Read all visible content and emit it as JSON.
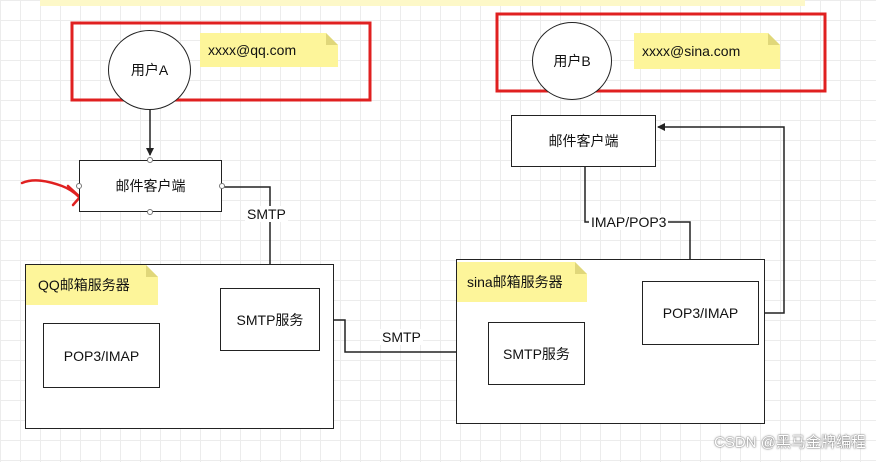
{
  "user_a": {
    "name": "用户A",
    "email": "xxxx@qq.com"
  },
  "user_b": {
    "name": "用户B",
    "email": "xxxx@sina.com"
  },
  "client_a": {
    "label": "邮件客户端"
  },
  "client_b": {
    "label": "邮件客户端"
  },
  "qq_server": {
    "title": "QQ邮箱服务器",
    "smtp": "SMTP服务",
    "pop": "POP3/IMAP"
  },
  "sina_server": {
    "title": "sina邮箱服务器",
    "smtp": "SMTP服务",
    "pop": "POP3/IMAP"
  },
  "edges": {
    "client_to_qq": "SMTP",
    "qq_to_sina": "SMTP",
    "sina_to_client": "IMAP/POP3"
  },
  "watermark": "CSDN @黑马金牌编程",
  "colors": {
    "highlight_border": "#e02020",
    "note_fill": "#fdf59a",
    "arrow": "#222222"
  }
}
